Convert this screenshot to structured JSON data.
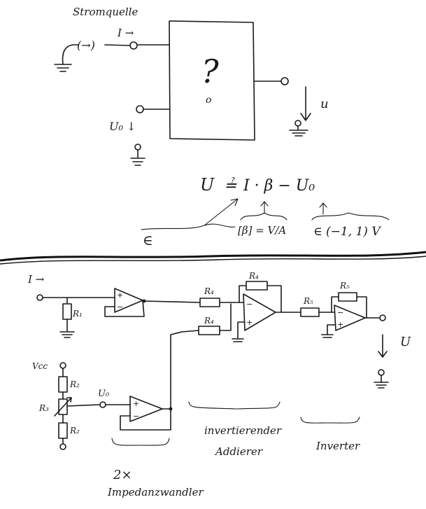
{
  "top": {
    "source_label": "Stromquelle",
    "source_symbol": "(→)",
    "current_label": "I →",
    "block_label": "?",
    "block_mark": "o",
    "output_label": "u",
    "offset_label": "U₀ ↓"
  },
  "equation": {
    "lhs": "U",
    "equals": "≟",
    "rhs": "I · β  −  U₀",
    "element_of_left": "∈",
    "beta_unit": "[β] = V/A",
    "range": "∈ (−1, 1) V"
  },
  "circuit": {
    "input_label": "I →",
    "r1": "R₁",
    "r4_a": "R₄",
    "r4_b": "R₄",
    "r4_c": "R₄",
    "r5_a": "R₅",
    "r5_b": "R₅",
    "vcc": "Vcc",
    "r2_top": "R₂",
    "r3": "R₃",
    "r2_bottom": "R₂",
    "u0": "U₀",
    "output_label": "U",
    "opamp_sign_plus": "+",
    "opamp_sign_minus": "−"
  },
  "annotations": {
    "inverting_adder_1": "invertierender",
    "inverting_adder_2": "Addierer",
    "inverter": "Inverter",
    "impedance_count": "2×",
    "impedance": "Impedanzwandler"
  }
}
